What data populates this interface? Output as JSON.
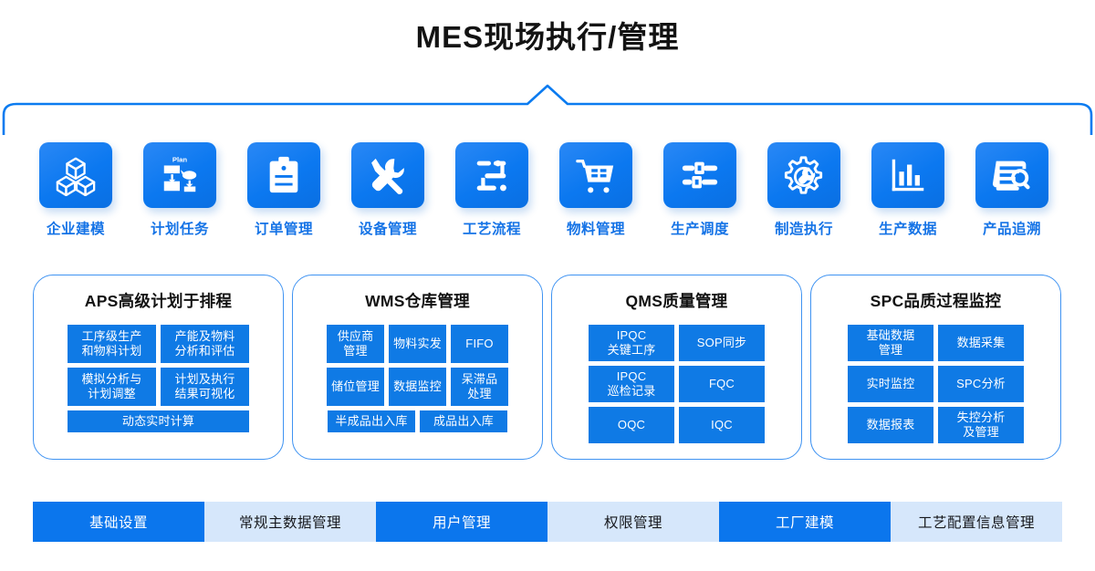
{
  "header": {
    "title": "MES现场执行/管理"
  },
  "colors": {
    "primary": "#0f7ae5",
    "primary_dark": "#0b76ed",
    "label_blue": "#1573e6",
    "panel_border": "#3f93f2",
    "bottom_off_bg": "#d6e7fb",
    "title_text": "#131313"
  },
  "modules": [
    {
      "label": "企业建模",
      "icon": "cubes-icon"
    },
    {
      "label": "计划任务",
      "icon": "plan-flowchart-icon"
    },
    {
      "label": "订单管理",
      "icon": "clipboard-icon"
    },
    {
      "label": "设备管理",
      "icon": "wrench-screwdriver-icon"
    },
    {
      "label": "工艺流程",
      "icon": "process-flow-icon"
    },
    {
      "label": "物料管理",
      "icon": "shopping-cart-icon"
    },
    {
      "label": "生产调度",
      "icon": "sliders-icon"
    },
    {
      "label": "制造执行",
      "icon": "gear-wrench-icon"
    },
    {
      "label": "生产数据",
      "icon": "bar-chart-icon"
    },
    {
      "label": "产品追溯",
      "icon": "document-search-icon"
    }
  ],
  "panels": [
    {
      "title": "APS高级计划于排程",
      "key": "aps",
      "cells": [
        {
          "text": "工序级生产\n和物料计划",
          "full": false
        },
        {
          "text": "产能及物料\n分析和评估",
          "full": false
        },
        {
          "text": "模拟分析与\n计划调整",
          "full": false
        },
        {
          "text": "计划及执行\n结果可视化",
          "full": false
        },
        {
          "text": "动态实时计算",
          "full": true
        }
      ]
    },
    {
      "title": "WMS仓库管理",
      "key": "wms",
      "cells": [
        {
          "text": "供应商\n管理",
          "half": false
        },
        {
          "text": "物料实发",
          "half": false
        },
        {
          "text": "FIFO",
          "half": false
        },
        {
          "text": "储位管理",
          "half": false
        },
        {
          "text": "数据监控",
          "half": false
        },
        {
          "text": "呆滞品\n处理",
          "half": false
        },
        {
          "text": "半成品出入库",
          "half": true
        },
        {
          "text": "成品出入库",
          "half": true
        }
      ]
    },
    {
      "title": "QMS质量管理",
      "key": "qms",
      "cells": [
        {
          "text": "IPQC\n关键工序"
        },
        {
          "text": "SOP同步"
        },
        {
          "text": "IPQC\n巡检记录"
        },
        {
          "text": "FQC"
        },
        {
          "text": "OQC"
        },
        {
          "text": "IQC"
        }
      ]
    },
    {
      "title": "SPC品质过程监控",
      "key": "spc",
      "cells": [
        {
          "text": "基础数据\n管理"
        },
        {
          "text": "数据采集"
        },
        {
          "text": "实时监控"
        },
        {
          "text": "SPC分析"
        },
        {
          "text": "数据报表"
        },
        {
          "text": "失控分析\n及管理"
        }
      ]
    }
  ],
  "bottom_bar": [
    {
      "label": "基础设置",
      "active": true
    },
    {
      "label": "常规主数据管理",
      "active": false
    },
    {
      "label": "用户管理",
      "active": true
    },
    {
      "label": "权限管理",
      "active": false
    },
    {
      "label": "工厂建模",
      "active": true
    },
    {
      "label": "工艺配置信息管理",
      "active": false
    }
  ]
}
